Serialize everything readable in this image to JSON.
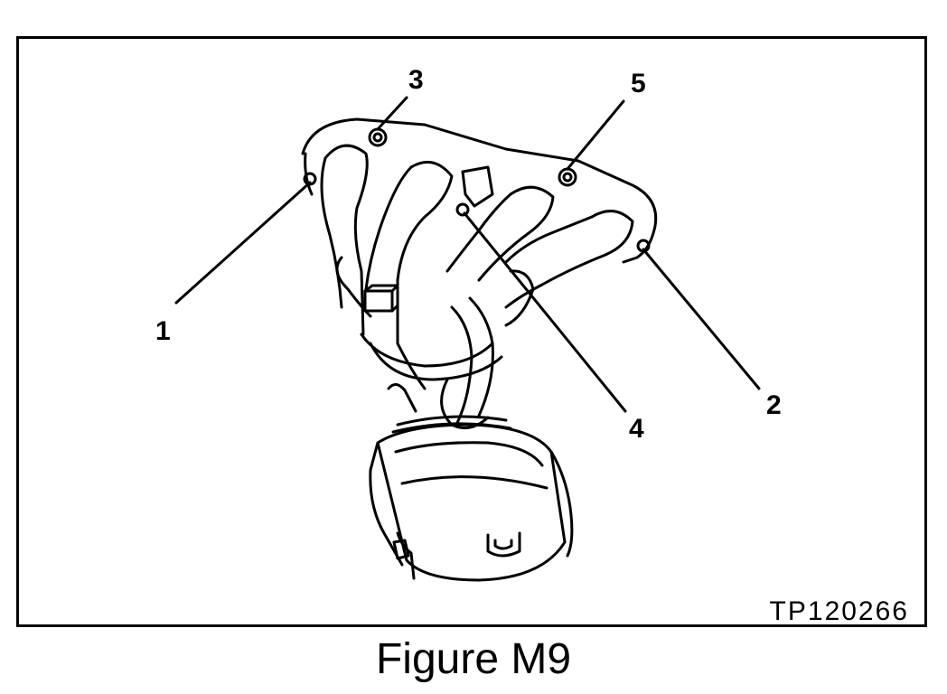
{
  "figure": {
    "id_code": "TP120266",
    "caption": "Figure M9",
    "callouts": [
      "1",
      "2",
      "3",
      "4",
      "5"
    ]
  },
  "colors": {
    "line": "#000000",
    "background": "#ffffff"
  }
}
